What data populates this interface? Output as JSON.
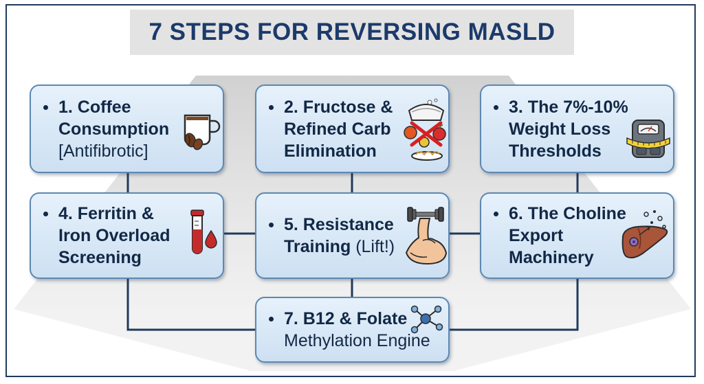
{
  "title": "7 STEPS FOR REVERSING MASLD",
  "steps": [
    {
      "id": 1,
      "line1": "1. Coffee",
      "line2": "Consumption",
      "line3": "[Antifibrotic]",
      "icon": "coffee-mug-icon"
    },
    {
      "id": 2,
      "line1": "2. Fructose &",
      "line2": "Refined Carb",
      "line3": "Elimination",
      "icon": "no-sugar-fruit-icon"
    },
    {
      "id": 3,
      "line1": "3. The 7%-10%",
      "line2": "Weight Loss",
      "line3": "Thresholds",
      "icon": "scale-tape-icon"
    },
    {
      "id": 4,
      "line1": "4. Ferritin &",
      "line2": "Iron Overload",
      "line3": "Screening",
      "icon": "blood-tube-icon"
    },
    {
      "id": 5,
      "line1": "5. Resistance",
      "line2_bold": "Training",
      "line2_normal": "(Lift!)",
      "icon": "dumbbell-arm-icon"
    },
    {
      "id": 6,
      "line1": "6. The Choline",
      "line2": "Export",
      "line3": "Machinery",
      "icon": "liver-icon"
    },
    {
      "id": 7,
      "line1": "7. B12 & Folate",
      "line2": "Methylation Engine",
      "icon": "molecule-icon"
    }
  ],
  "colors": {
    "title_text": "#1c3a6a",
    "box_border": "#5d88b2",
    "box_fill": "#dbe9f7",
    "connector": "#1f3a5c",
    "text": "#122846"
  }
}
